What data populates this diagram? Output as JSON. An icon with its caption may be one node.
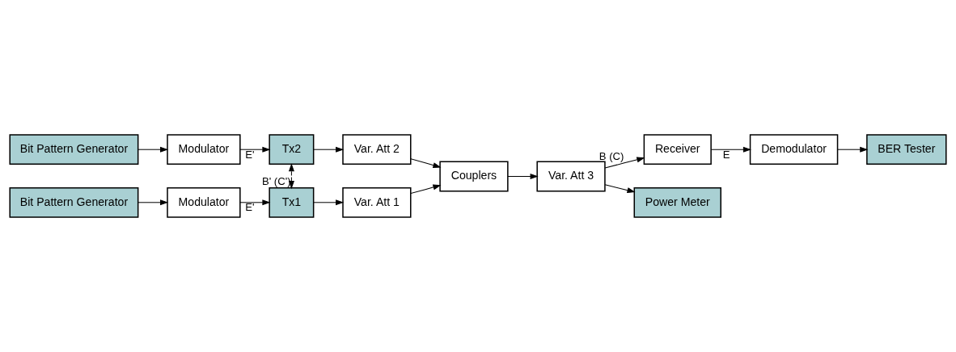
{
  "diagram": {
    "nodes": [
      {
        "text": [
          "Modulator"
        ]
      },
      {
        "text": [
          "Tx1"
        ]
      },
      {
        "text": [
          "Var. Att 1"
        ]
      },
      {
        "text": [
          "Bit Pattern Generator"
        ]
      },
      {
        "text": [
          "Bit Pattern Generator"
        ]
      },
      {
        "text": [
          "Couplers"
        ]
      },
      {
        "text": [
          "Var. Att 3"
        ]
      },
      {
        "text": [
          "Receiver"
        ]
      },
      {
        "text": [
          "Demodulator"
        ]
      },
      {
        "text": [
          "Power Meter"
        ]
      },
      {
        "text": [
          "BER Tester"
        ]
      },
      {
        "text": [
          "Modulator"
        ]
      },
      {
        "text": [
          "Tx2"
        ]
      },
      {
        "text": [
          "Var. Att 2"
        ]
      }
    ],
    "edges": [
      {
        "from": 3,
        "to": 0,
        "arrow": "to"
      },
      {
        "from": 0,
        "to": 1,
        "arrow": "to",
        "label": "E'"
      },
      {
        "from": 1,
        "to": 2,
        "arrow": "to"
      },
      {
        "from": 2,
        "to": 5,
        "arrow": "to"
      },
      {
        "from": 4,
        "to": 11,
        "arrow": "to"
      },
      {
        "from": 11,
        "to": 12,
        "arrow": "to",
        "label": "E'"
      },
      {
        "from": 12,
        "to": 13,
        "arrow": "to"
      },
      {
        "from": 13,
        "to": 5,
        "arrow": "to"
      },
      {
        "from": 5,
        "to": 6,
        "arrow": "to"
      },
      {
        "from": 6,
        "to": 7,
        "arrow": "to",
        "label": "B (C)"
      },
      {
        "from": 6,
        "to": 9,
        "arrow": "to"
      },
      {
        "from": 7,
        "to": 8,
        "arrow": "to",
        "label": "E"
      },
      {
        "from": 8,
        "to": 10,
        "arrow": "to"
      },
      {
        "from": 1,
        "to": 12,
        "arrow": "both",
        "style": "dashed",
        "label": "B' (C')"
      }
    ]
  }
}
